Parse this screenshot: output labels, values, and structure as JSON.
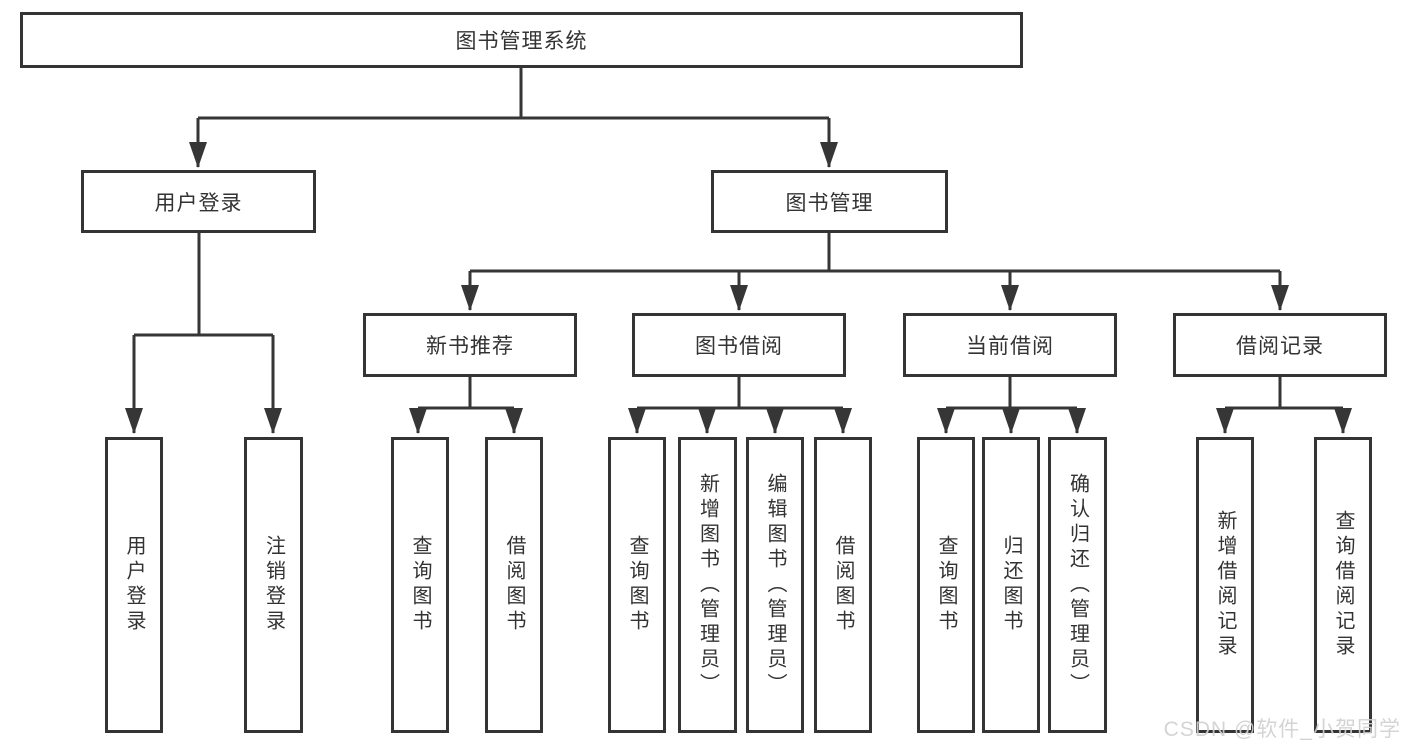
{
  "diagram_title": "图书管理系统",
  "nodes": {
    "root": "图书管理系统",
    "user_login": "用户登录",
    "book_mgmt": "图书管理",
    "new_book": "新书推荐",
    "book_borrow": "图书借阅",
    "current_borrow": "当前借阅",
    "borrow_record": "借阅记录",
    "leaf_user_login": "用户登录",
    "leaf_logout": "注销登录",
    "leaf_nb_query": "查询图书",
    "leaf_nb_borrow": "借阅图书",
    "leaf_bb_query": "查询图书",
    "leaf_bb_add": "新增图书（管理员）",
    "leaf_bb_edit": "编辑图书（管理员）",
    "leaf_bb_borrow": "借阅图书",
    "leaf_cb_query": "查询图书",
    "leaf_cb_return": "归还图书",
    "leaf_cb_confirm": "确认归还（管理员）",
    "leaf_br_add": "新增借阅记录",
    "leaf_br_query": "查询借阅记录"
  },
  "watermark": "CSDN @软件_小贺同学",
  "colors": {
    "line": "#363636",
    "box_border": "#343434",
    "text": "#333333",
    "watermark": "#d0d0d0",
    "background": "#ffffff"
  }
}
